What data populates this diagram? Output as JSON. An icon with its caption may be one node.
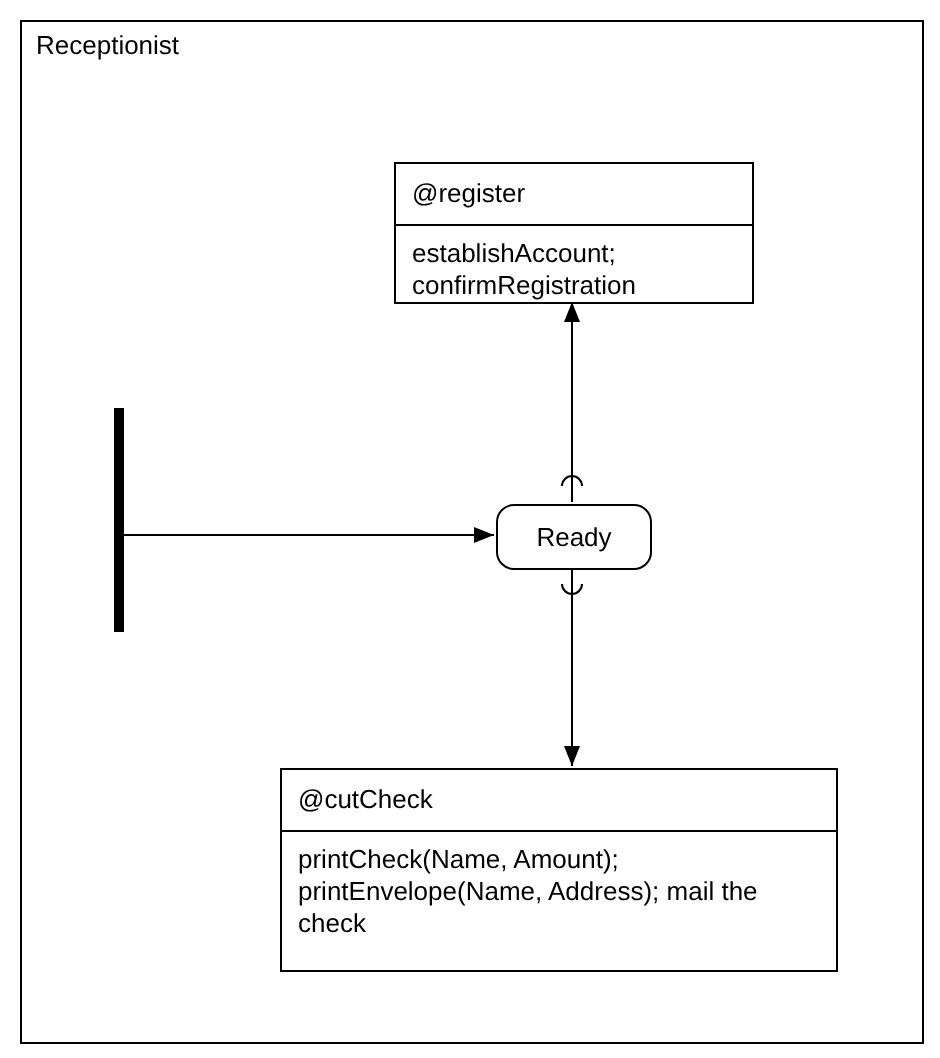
{
  "diagram": {
    "nodes": [
      {
        "text": [
          "Receptionist"
        ]
      },
      {
        "text": [
          "@register",
          "establishAccount; confirmRegistration"
        ],
        "in": 0
      },
      {
        "text": [],
        "shape": "bar",
        "in": 0
      },
      {
        "text": [
          "Ready"
        ],
        "in": 0
      },
      {
        "text": [
          "@cutCheck",
          "printCheck(Name, Amount); printEnvelope(Name, Address); mail the check"
        ],
        "in": 0
      }
    ],
    "edges": [
      {
        "from": 2,
        "to": 3,
        "arrow": "to"
      },
      {
        "from": 3,
        "to": 1,
        "arrow": "to"
      },
      {
        "from": 3,
        "to": 4,
        "arrow": "to"
      }
    ]
  }
}
